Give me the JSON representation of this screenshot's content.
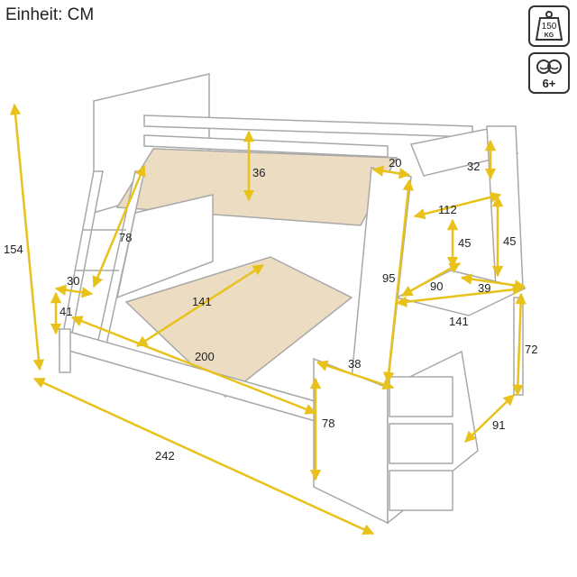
{
  "unit_label": "Einheit: CM",
  "badges": {
    "weight_value": "150",
    "weight_unit": "KG",
    "age": "6+"
  },
  "colors": {
    "dimension_line": "#e8c21a",
    "frame_stroke": "#a8a8a8",
    "frame_fill": "#ffffff",
    "slat_fill": "#ecdcc1",
    "text": "#222222"
  },
  "dimensions": {
    "total_height": "154",
    "total_length": "242",
    "upper_rail_height": "36",
    "shelf_top_width": "20",
    "shelf_top_height": "32",
    "shelf_width": "112",
    "shelf_inner_height": "45",
    "shelf_outer_height": "45",
    "shelf_depth": "90",
    "shelf_side_depth": "39",
    "ladder_length": "78",
    "ladder_step_width": "30",
    "ladder_step_height": "41",
    "lower_bed_width": "141",
    "lower_bed_length": "200",
    "cabinet_side_height": "95",
    "desk_length": "141",
    "desk_height": "72",
    "desk_depth": "91",
    "cabinet_depth": "38",
    "cabinet_height": "78"
  }
}
